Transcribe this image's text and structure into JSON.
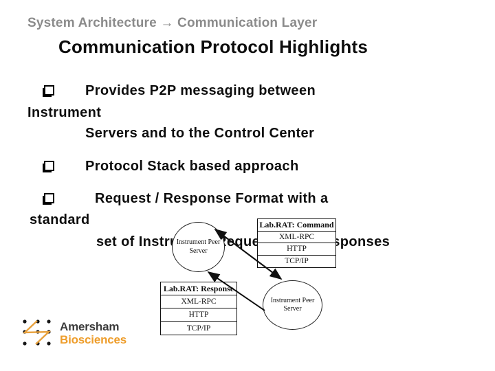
{
  "slide": {
    "breadcrumb": "System Architecture → Communication Layer",
    "title": "Communication Protocol Highlights",
    "bullets": [
      {
        "marker": "open-square",
        "line1": "Provides P2P messaging between",
        "line2": "Instrument",
        "line3": "Servers and to the Control Center"
      },
      {
        "marker": "open-square",
        "line1": "Protocol Stack based approach"
      },
      {
        "marker": "open-square",
        "line1": "Request / Response Format with a",
        "line2": "standard",
        "line3": "set of Instrument Requests and Responses"
      }
    ]
  },
  "diagram": {
    "command_stack": {
      "header": "Lab.RAT: Command",
      "layers": [
        "XML-RPC",
        "HTTP",
        "TCP/IP"
      ]
    },
    "response_stack": {
      "header": "Lab.RAT: Response",
      "layers": [
        "XML-RPC",
        "HTTP",
        "TCP/IP"
      ]
    },
    "peer_server_top": {
      "line1": "Instrument Peer",
      "line2": "Server"
    },
    "peer_server_bottom": {
      "line1": "Instrument Peer",
      "line2": "Server"
    }
  },
  "logo": {
    "brand_top": "Amersham",
    "brand_bottom": "Biosciences",
    "accent_color": "#EE9D2B",
    "text_color": "#3B3B3B"
  },
  "colors": {
    "breadcrumb_gray": "#8B8B8B",
    "text_black": "#111111",
    "background": "#FFFFFF"
  }
}
